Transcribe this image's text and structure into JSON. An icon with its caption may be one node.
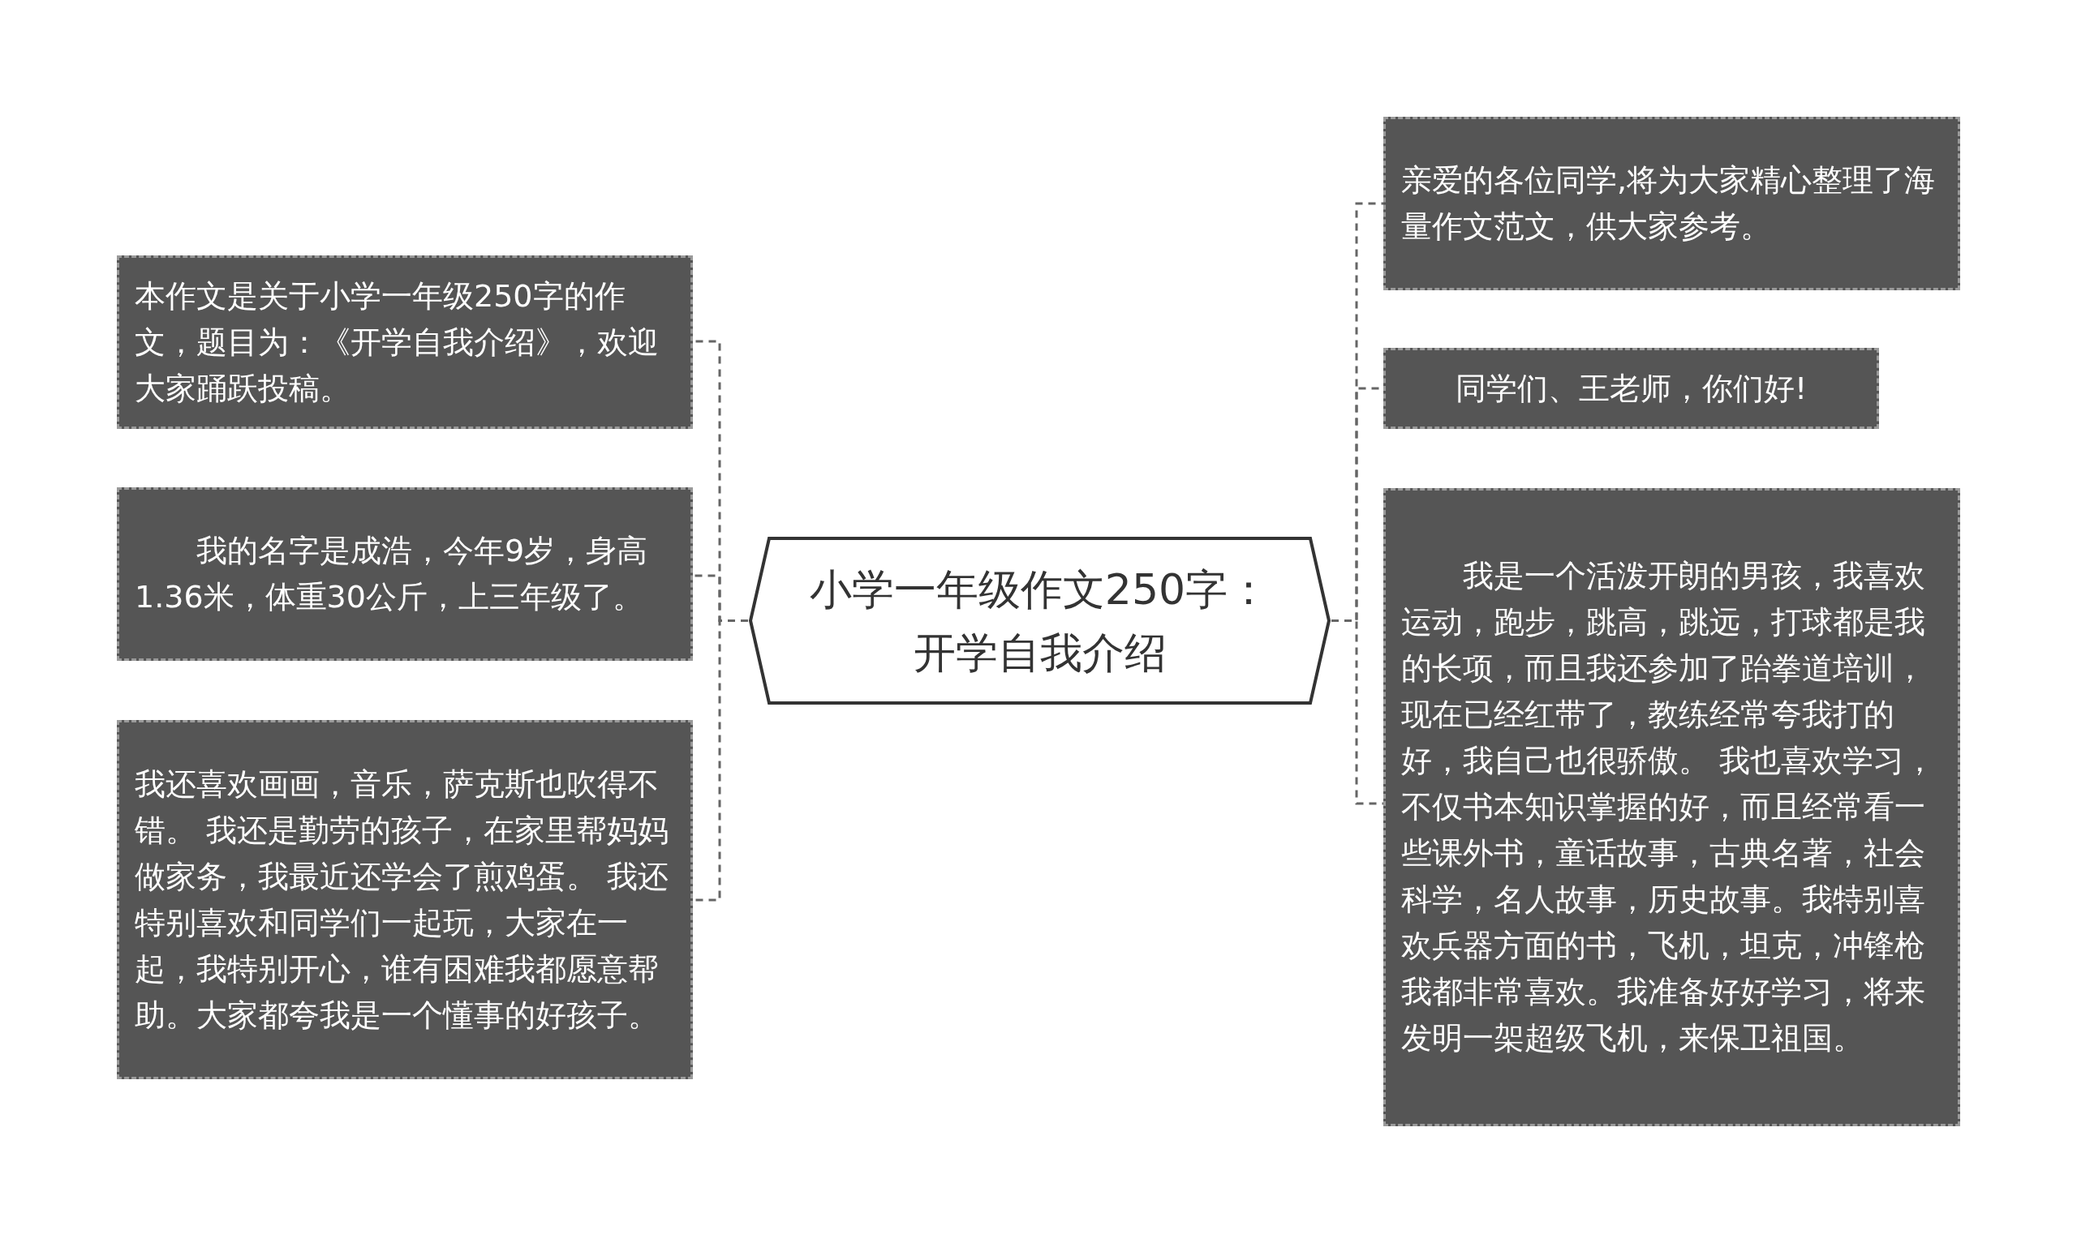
{
  "diagram": {
    "nodes": [
      {
        "text": [
          "小学一年级作文250字：开学自我介绍"
        ]
      },
      {
        "text": [
          "本作文是关于小学一年级250字的作文，题目为：《开学自我介绍》，欢迎大家踊跃投稿。"
        ]
      },
      {
        "text": [
          "我的名字是成浩，今年9岁，身高1.36米，体重30公斤，上三年级了。"
        ]
      },
      {
        "text": [
          "我还喜欢画画，音乐，萨克斯也吹得不错。 我还是勤劳的孩子，在家里帮妈妈做家务，我最近还学会了煎鸡蛋。 我还特别喜欢和同学们一起玩，大家在一起，我特别开心，谁有困难我都愿意帮助。大家都夸我是一个懂事的好孩子。"
        ]
      },
      {
        "text": [
          "亲爱的各位同学,将为大家精心整理了海量作文范文，供大家参考。"
        ]
      },
      {
        "text": [
          "同学们、王老师，你们好!"
        ]
      },
      {
        "text": [
          "我是一个活泼开朗的男孩，我喜欢运动，跑步，跳高，跳远，打球都是我的长项，而且我还参加了跆拳道培训，现在已经红带了，教练经常夸我打的好，我自己也很骄傲。 我也喜欢学习，不仅书本知识掌握的好，而且经常看一些课外书，童话故事，古典名著，社会科学，名人故事，历史故事。我特别喜欢兵器方面的书，飞机，坦克，冲锋枪我都非常喜欢。我准备好好学习，将来发明一架超级飞机，来保卫祖国。"
        ]
      }
    ],
    "edges": [
      {
        "from": 0,
        "to": 1,
        "arrow": "none",
        "style": "dashed"
      },
      {
        "from": 0,
        "to": 2,
        "arrow": "none",
        "style": "dashed"
      },
      {
        "from": 0,
        "to": 3,
        "arrow": "none",
        "style": "dashed"
      },
      {
        "from": 0,
        "to": 4,
        "arrow": "none",
        "style": "dashed"
      },
      {
        "from": 0,
        "to": 5,
        "arrow": "none",
        "style": "dashed"
      },
      {
        "from": 0,
        "to": 6,
        "arrow": "none",
        "style": "dashed"
      }
    ]
  }
}
